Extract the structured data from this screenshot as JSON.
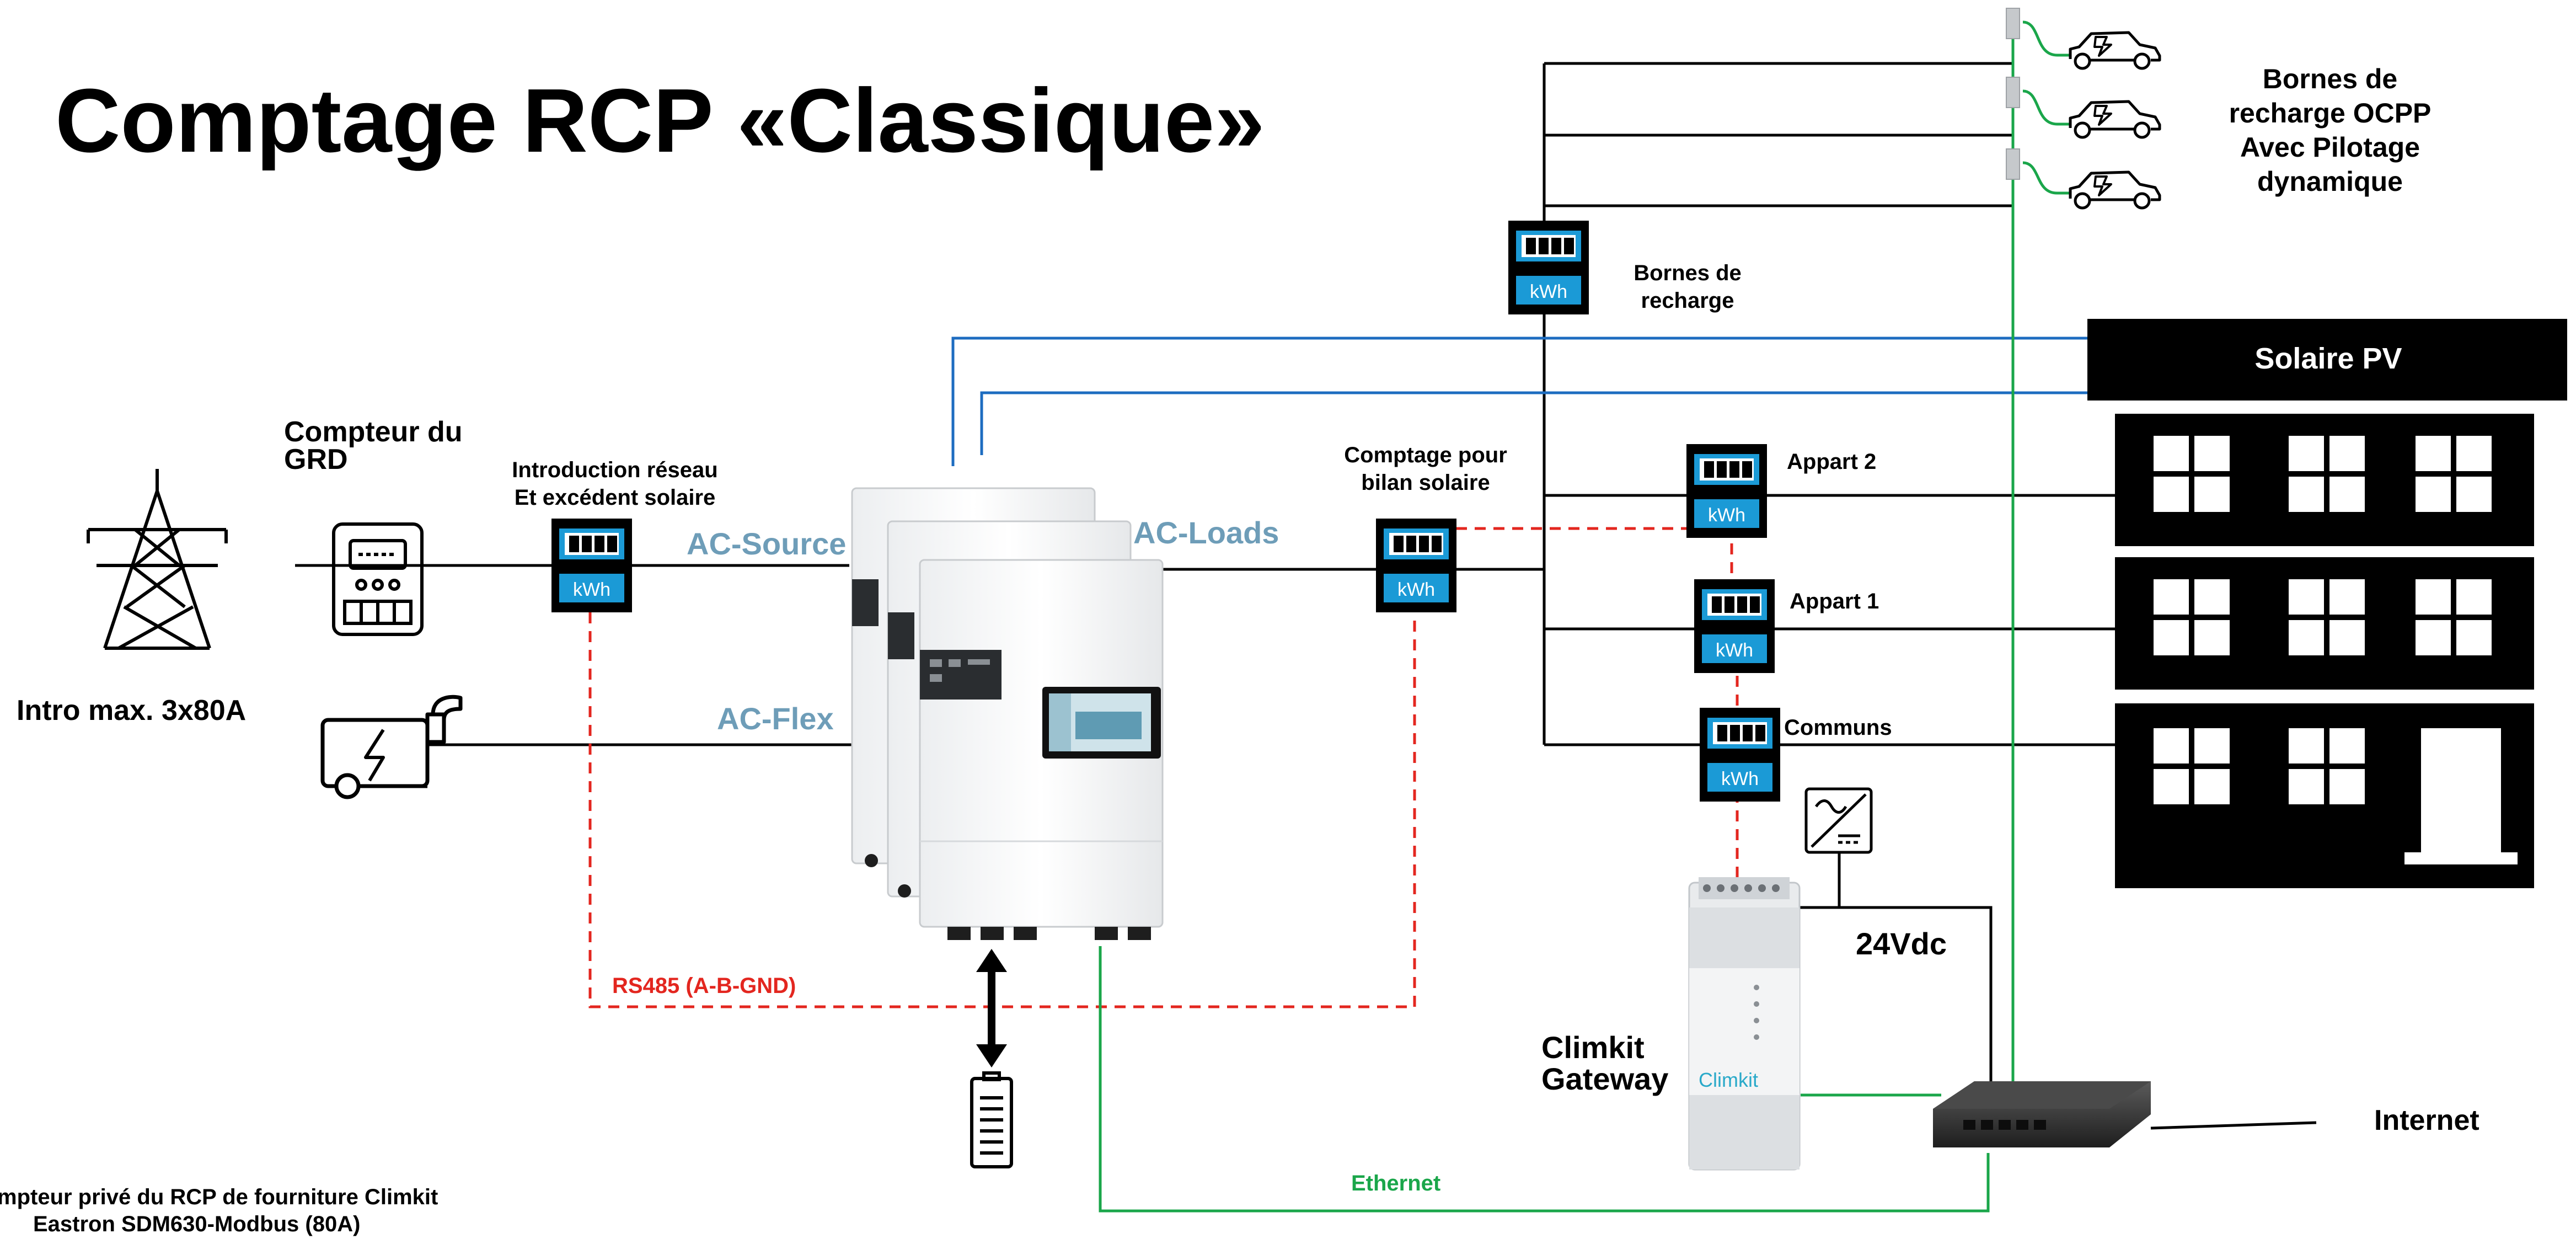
{
  "title": "Comptage RCP «Classique»",
  "grid": {
    "pylon_label": "Intro max. 3x80A",
    "meter_label_line1": "Compteur du",
    "meter_label_line2": "GRD"
  },
  "meters": {
    "unit": "kWh",
    "intro_line1": "Introduction réseau",
    "intro_line2": "Et excédent solaire",
    "bilan_line1": "Comptage pour",
    "bilan_line2": "bilan solaire",
    "bornes_line1": "Bornes de",
    "bornes_line2": "recharge",
    "appart2": "Appart 2",
    "appart1": "Appart 1",
    "communs": "Communs"
  },
  "inverter": {
    "ac_source": "AC-Source",
    "ac_loads": "AC-Loads",
    "ac_flex": "AC-Flex"
  },
  "chargers": {
    "line1": "Bornes de",
    "line2": "recharge OCPP",
    "line3": "Avec Pilotage",
    "line4": "dynamique"
  },
  "solar": {
    "label": "Solaire PV"
  },
  "bus": {
    "rs485": "RS485 (A-B-GND)",
    "ethernet": "Ethernet",
    "power": "24Vdc"
  },
  "gateway": {
    "label_line1": "Climkit",
    "label_line2": "Gateway",
    "brand": "Climkit"
  },
  "internet": {
    "label": "Internet"
  },
  "footnote": {
    "line1": "mpteur privé du RCP de fourniture Climkit",
    "line2": "Eastron  SDM630-Modbus (80A)"
  },
  "colors": {
    "black": "#000000",
    "ac_label": "#6e9db8",
    "pv_line": "#1d6cc0",
    "rs485": "#e3261f",
    "ethernet": "#1aa64a",
    "meter_display": "#1b9ad6",
    "gateway_brand": "#29a9c9"
  }
}
